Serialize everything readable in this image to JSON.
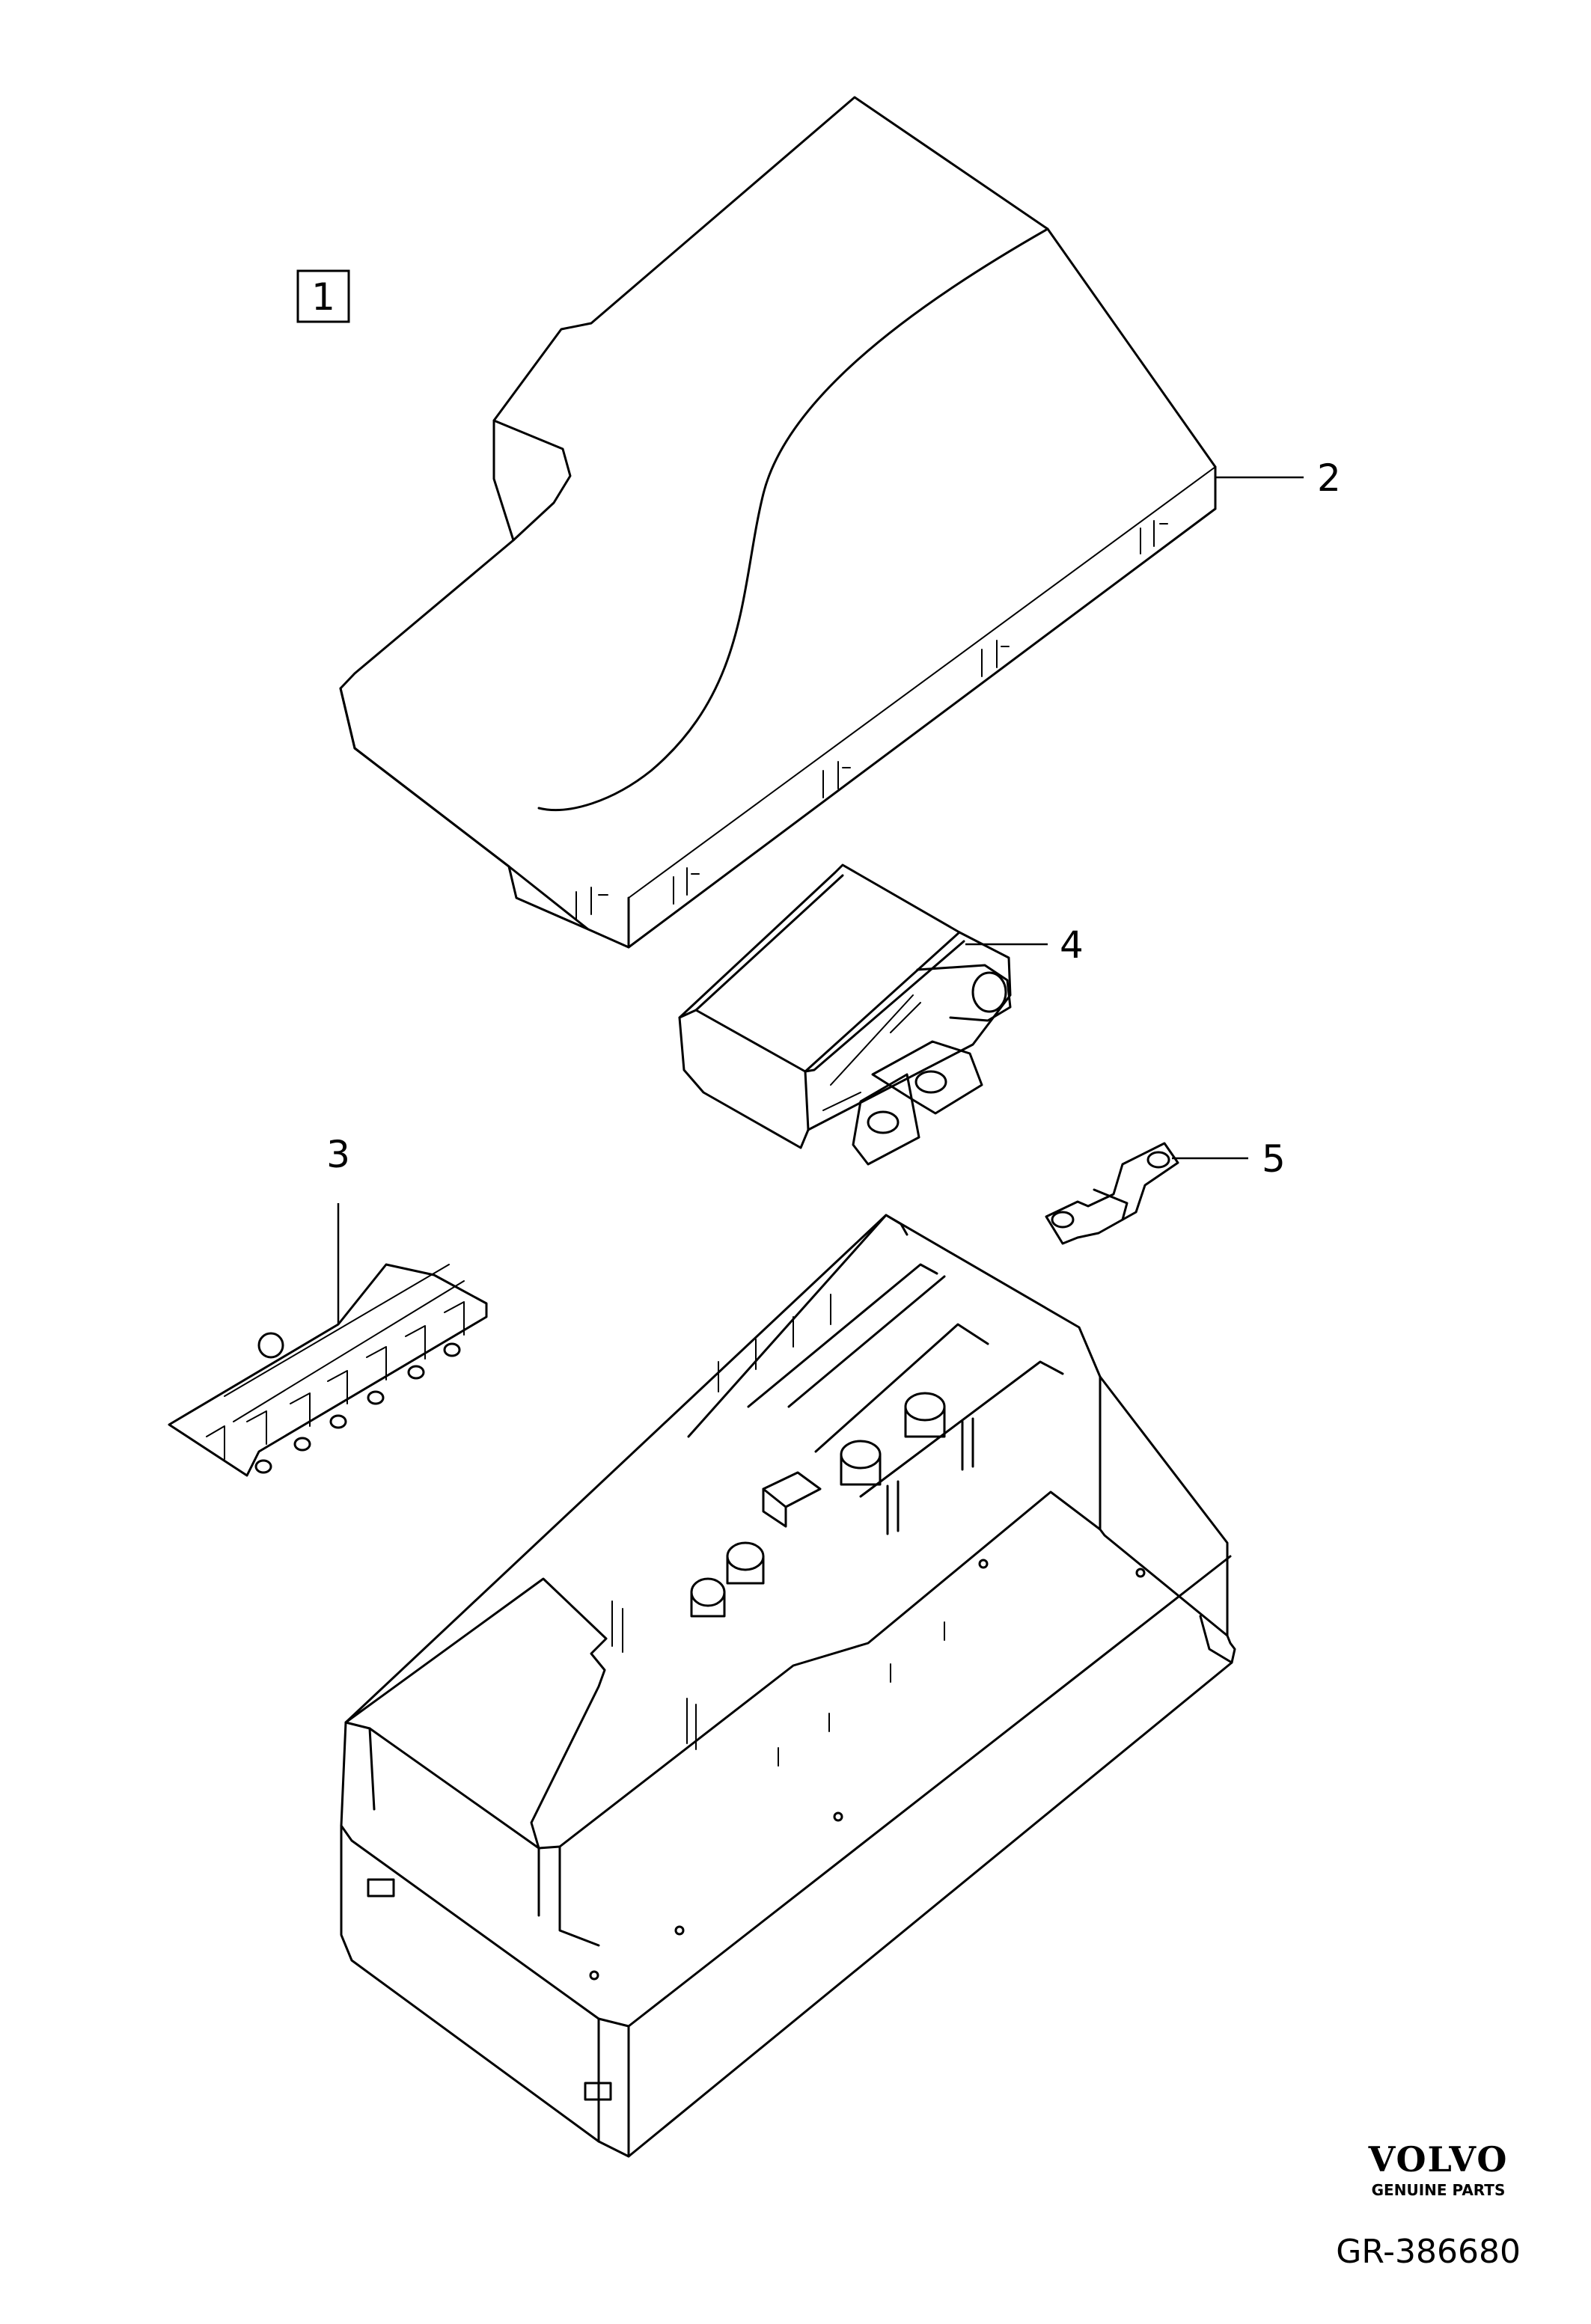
{
  "group_label": "1",
  "callouts": [
    {
      "id": "2",
      "text": "2"
    },
    {
      "id": "3",
      "text": "3"
    },
    {
      "id": "4",
      "text": "4"
    },
    {
      "id": "5",
      "text": "5"
    }
  ],
  "brand": {
    "name": "VOLVO",
    "sub": "GENUINE PARTS"
  },
  "reference": "GR-386680"
}
